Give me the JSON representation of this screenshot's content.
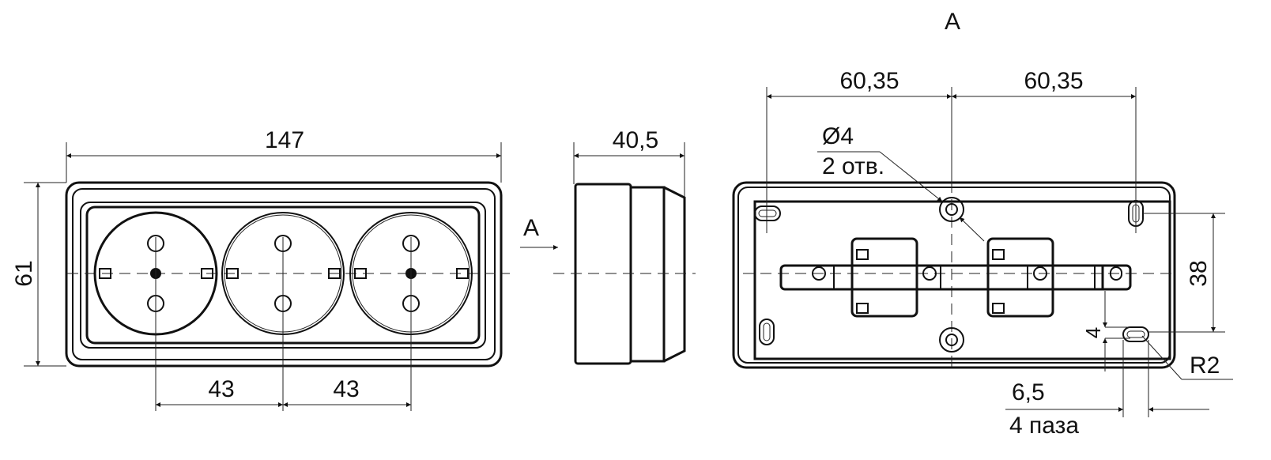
{
  "front_view": {
    "width_dim": "147",
    "height_dim": "61",
    "spacing_dim_1": "43",
    "spacing_dim_2": "43"
  },
  "side_view": {
    "depth_dim": "40,5",
    "view_arrow_label": "A"
  },
  "back_view": {
    "view_title": "A",
    "hole_spacing_left": "60,35",
    "hole_spacing_right": "60,35",
    "hole_diameter": "Ø4",
    "hole_count": "2 отв.",
    "slot_spacing_dim": "38",
    "slot_width_dim": "4",
    "slot_radius": "R2",
    "slot_length_dim": "6,5",
    "slot_count": "4 паза"
  }
}
